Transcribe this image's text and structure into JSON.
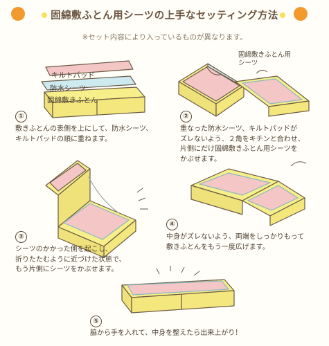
{
  "header": {
    "title": "固綿敷ふとん用シーツの上手なセッティング方法",
    "note": "※セット内容により入っているものが異なります。"
  },
  "step1": {
    "number": "①",
    "layer_labels": [
      "キルトパッド",
      "防水シーツ",
      "固綿敷きふとん"
    ],
    "description": "敷きふとんの表側を上にして、防水シーツ、\nキルトパッドの順に重ねます。"
  },
  "step2": {
    "number": "②",
    "callout": "固綿敷きふとん用\nシーツ",
    "description": "重なった防水シーツ、キルトパッドが\nズレないよう、２角をキチンと合わせ、\n片側にだけ固綿敷きふとん用シーツを\nかぶせます。"
  },
  "step3": {
    "number": "③",
    "description": "シーツのかかった側を起こし、\n折りたたむように近づけた状態で、\nもう片側にシーツをかぶせます。"
  },
  "step4": {
    "number": "④",
    "description": "中身がズレないよう、両端をしっかりもって\n敷きふとんをもう一度広げます。"
  },
  "step5": {
    "number": "⑤",
    "description": "脇から手を入れて、中身を整えたら出来上がり！"
  },
  "colors": {
    "orange": "#f29a2e",
    "yellow": "#f7e25a",
    "futon": "#f6ef8a",
    "pink": "#f4c6c6",
    "blue": "#cdeaf0",
    "outline": "#6b5a45"
  }
}
